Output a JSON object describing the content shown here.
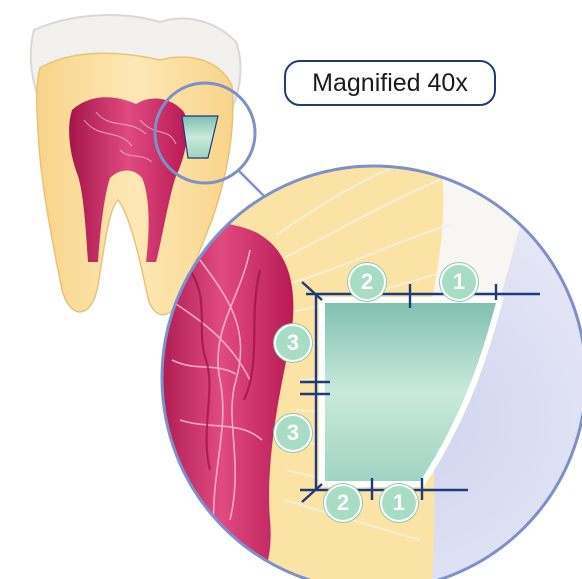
{
  "magnification_label": "Magnified 40x",
  "markers": [
    {
      "id": "marker-2-top",
      "text": "2"
    },
    {
      "id": "marker-1-top",
      "text": "1"
    },
    {
      "id": "marker-3-upper",
      "text": "3"
    },
    {
      "id": "marker-3-lower",
      "text": "3"
    },
    {
      "id": "marker-2-bottom",
      "text": "2"
    },
    {
      "id": "marker-1-bottom",
      "text": "1"
    }
  ],
  "colors": {
    "enamel": "#f2f1ee",
    "dentin": "#fbe1a0",
    "pulp": "#c9235f",
    "cavity": "#bfe3d5",
    "outline": "#1f3a7d",
    "lens_bg": "#dfe2f4",
    "marker": "#a8dcc4"
  }
}
